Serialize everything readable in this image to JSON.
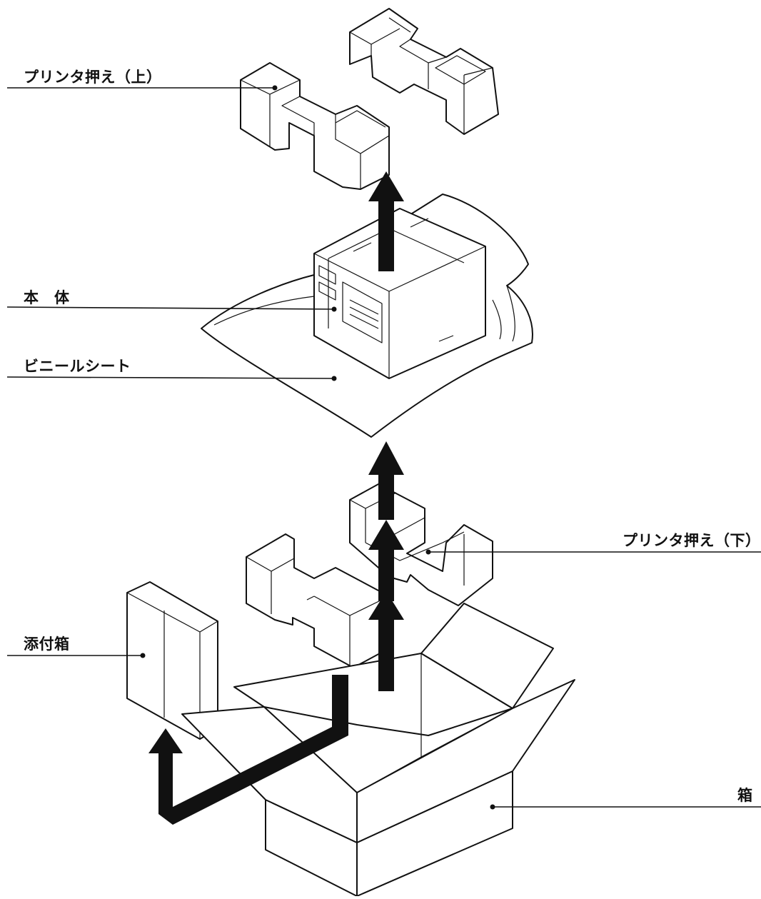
{
  "labels": {
    "printer_holder_top": "プリンタ押え（上）",
    "main_unit": "本　体",
    "vinyl_sheet": "ビニールシート",
    "printer_holder_bottom": "プリンタ押え（下）",
    "accessory_box": "添付箱",
    "box": "箱"
  },
  "colors": {
    "line": "#111111",
    "background": "#ffffff"
  }
}
